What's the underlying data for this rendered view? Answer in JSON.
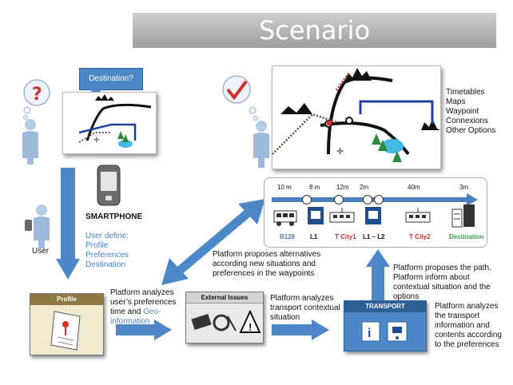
{
  "title": "Scenario",
  "callout": "Destination?",
  "left": {
    "user_label": "User",
    "smartphone_label": "SMARTPHONE",
    "user_define": [
      "User define:",
      "Profile",
      "Preferences",
      "Destination"
    ]
  },
  "info_list": [
    "Timetables",
    "Maps",
    "Waypoint",
    "Connexions",
    "Other Options"
  ],
  "itinerary": {
    "durations": [
      "10 m",
      "8 m",
      "12m",
      "2m",
      "40m",
      "3m"
    ],
    "stops": [
      {
        "label": "B128",
        "color": "#4a7fc1"
      },
      {
        "label": "L1",
        "color": "#111111"
      },
      {
        "label": "T City1",
        "color": "#d0312d"
      },
      {
        "label": "L1 – L2",
        "color": "#111111"
      },
      {
        "label": "T City2",
        "color": "#d0312d"
      },
      {
        "label": "Destination",
        "color": "#3aa24a"
      }
    ]
  },
  "cards": {
    "profile": "Profile",
    "external": "External Issues",
    "transport": "TRANSPORT"
  },
  "texts": {
    "proposes_alternatives": [
      "Platform proposes alternatives",
      "according new situations and",
      "preferences in the waypoints"
    ],
    "analyzes_user_a": [
      "Platform analyzes",
      "user’s preferences"
    ],
    "analyzes_user_time": "time and",
    "analyzes_user_geo1": "Geo-",
    "analyzes_user_geo2": "information",
    "analyzes_transport": [
      "Platform analyzes",
      "transport contextual",
      "situation"
    ],
    "proposes_path": [
      "Platform proposes the path.",
      "Platform inform about",
      "contextual situation and the",
      "options"
    ],
    "analyzes_contents": [
      "Platform analyzes",
      "the transport",
      "information and",
      "contents according",
      "to the preferences"
    ]
  },
  "colors": {
    "accent": "#4a7fc1",
    "arrow": "#4c88c8"
  }
}
